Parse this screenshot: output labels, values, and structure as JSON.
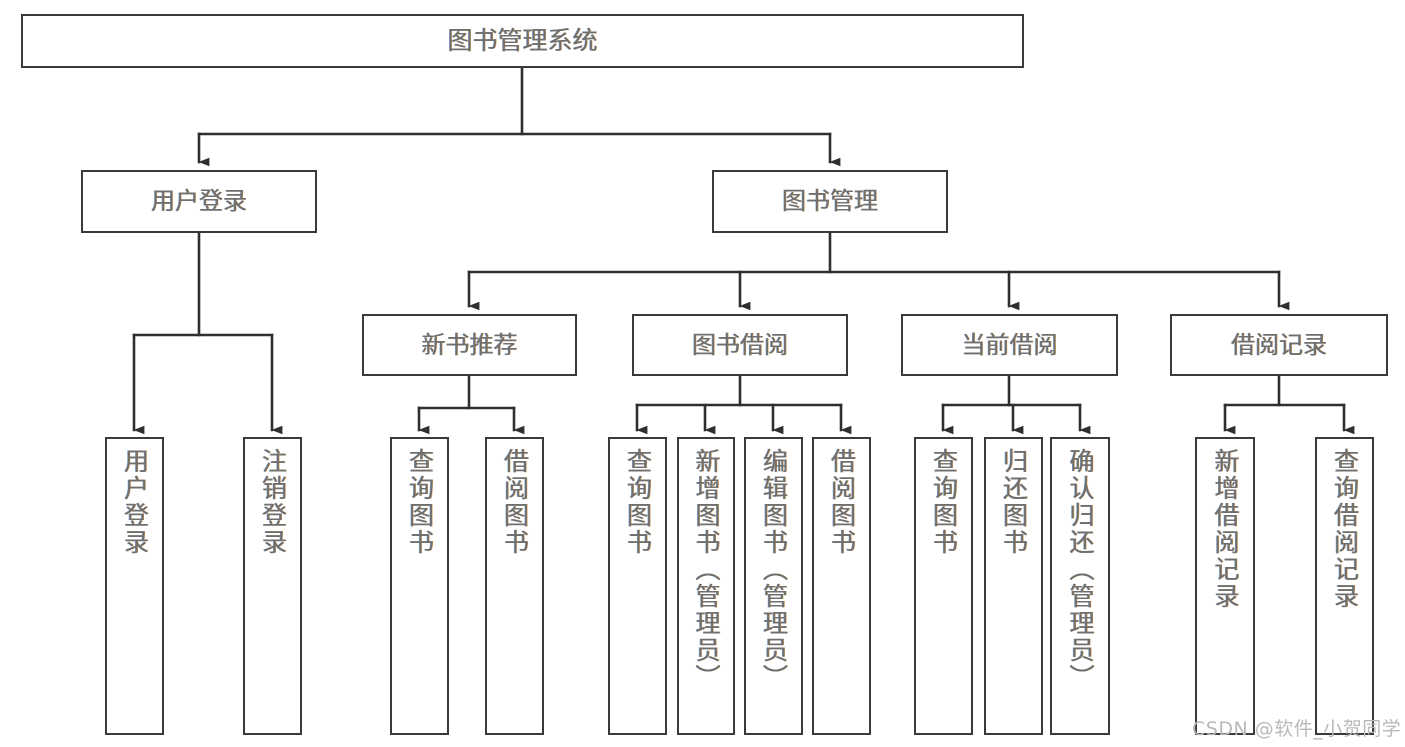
{
  "diagram": {
    "title": "图书管理系统",
    "colors": {
      "box_border": "#3a3a3a",
      "text": "#6f6f6f",
      "connector": "#2f2f2f",
      "background": "#ffffff",
      "watermark": "#b9b9b9"
    },
    "root": {
      "label": "图书管理系统"
    },
    "level1": [
      {
        "label": "用户登录"
      },
      {
        "label": "图书管理"
      }
    ],
    "level2": [
      {
        "label": "新书推荐"
      },
      {
        "label": "图书借阅"
      },
      {
        "label": "当前借阅"
      },
      {
        "label": "借阅记录"
      }
    ],
    "leaves": {
      "user_login": [
        {
          "label": "用户登录"
        },
        {
          "label": "注销登录"
        }
      ],
      "new_book": [
        {
          "label": "查询图书"
        },
        {
          "label": "借阅图书"
        }
      ],
      "book_borrow": [
        {
          "label": "查询图书"
        },
        {
          "label": "新增图书（管理员）"
        },
        {
          "label": "编辑图书（管理员）"
        },
        {
          "label": "借阅图书"
        }
      ],
      "current_borrow": [
        {
          "label": "查询图书"
        },
        {
          "label": "归还图书"
        },
        {
          "label": "确认归还（管理员）"
        }
      ],
      "borrow_record": [
        {
          "label": "新增借阅记录"
        },
        {
          "label": "查询借阅记录"
        }
      ]
    }
  },
  "watermark": {
    "text": "CSDN @软件_小贺同学"
  }
}
